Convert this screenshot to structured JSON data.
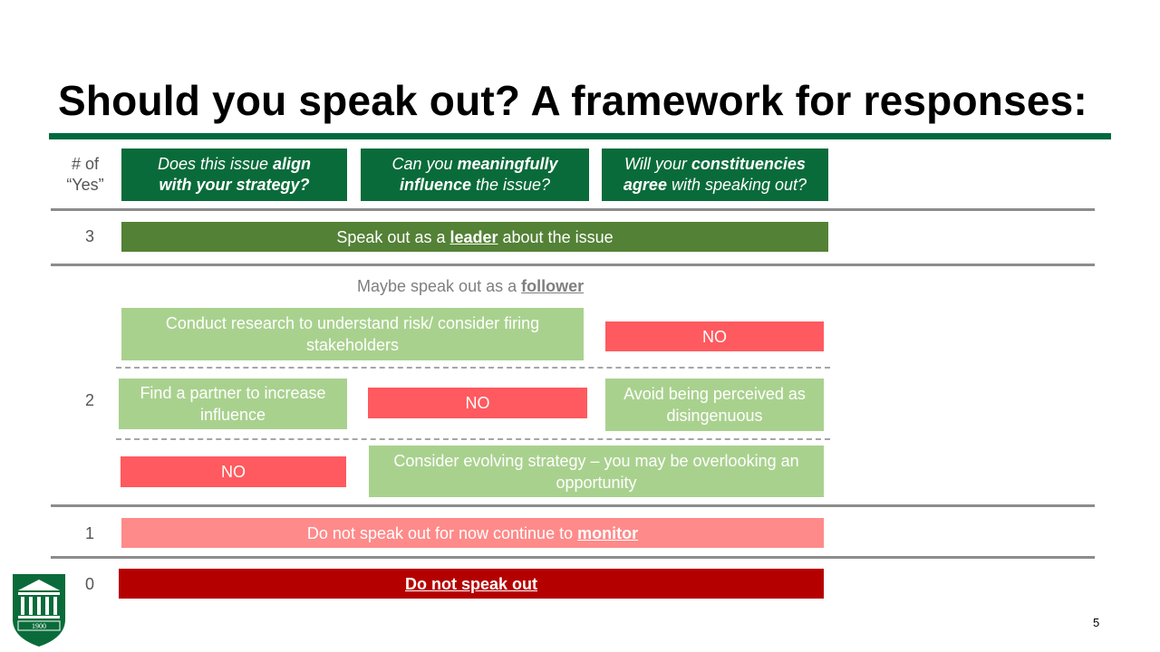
{
  "slide": {
    "title": "Should you speak out? A framework for responses:",
    "page_number": "5"
  },
  "header": {
    "yes_label_line1": "# of",
    "yes_label_line2": "“Yes”",
    "q1": {
      "pre": "Does this issue ",
      "bold1": "align",
      "line2_bold": "with your strategy?"
    },
    "q2": {
      "pre": "Can you ",
      "bold1": "meaningfully",
      "line2_bold": "influence",
      "line2_rest": " the issue?"
    },
    "q3": {
      "pre": "Will your ",
      "bold1": "constituencies",
      "line2_bold": "agree",
      "line2_rest": " with speaking out?"
    }
  },
  "rows": {
    "r3": {
      "num": "3",
      "pre": "Speak out as a ",
      "link": "leader",
      "post": " about the issue"
    },
    "r2": {
      "num": "2",
      "follower_pre": "Maybe speak out as a ",
      "follower_link": "follower",
      "a1": "Conduct research to understand risk/ consider firing stakeholders",
      "a1_no": "NO",
      "b1": "Find a partner to increase influence",
      "b_no": "NO",
      "b3": "Avoid being perceived as disingenuous",
      "c_no": "NO",
      "c2": "Consider evolving strategy – you may be overlooking an opportunity"
    },
    "r1": {
      "num": "1",
      "pre": "Do not speak out for now continue to ",
      "link": "monitor"
    },
    "r0": {
      "num": "0",
      "link": "Do not speak out"
    }
  },
  "logo": {
    "year": "1900"
  },
  "colors": {
    "title_rule": "#00693e",
    "question_box": "#0a6b3a",
    "leader_bar": "#538135",
    "light_green": "#a9d18e",
    "no_red": "#ff5a5f",
    "monitor_pink": "#ff8a8a",
    "dark_red": "#b50000"
  }
}
